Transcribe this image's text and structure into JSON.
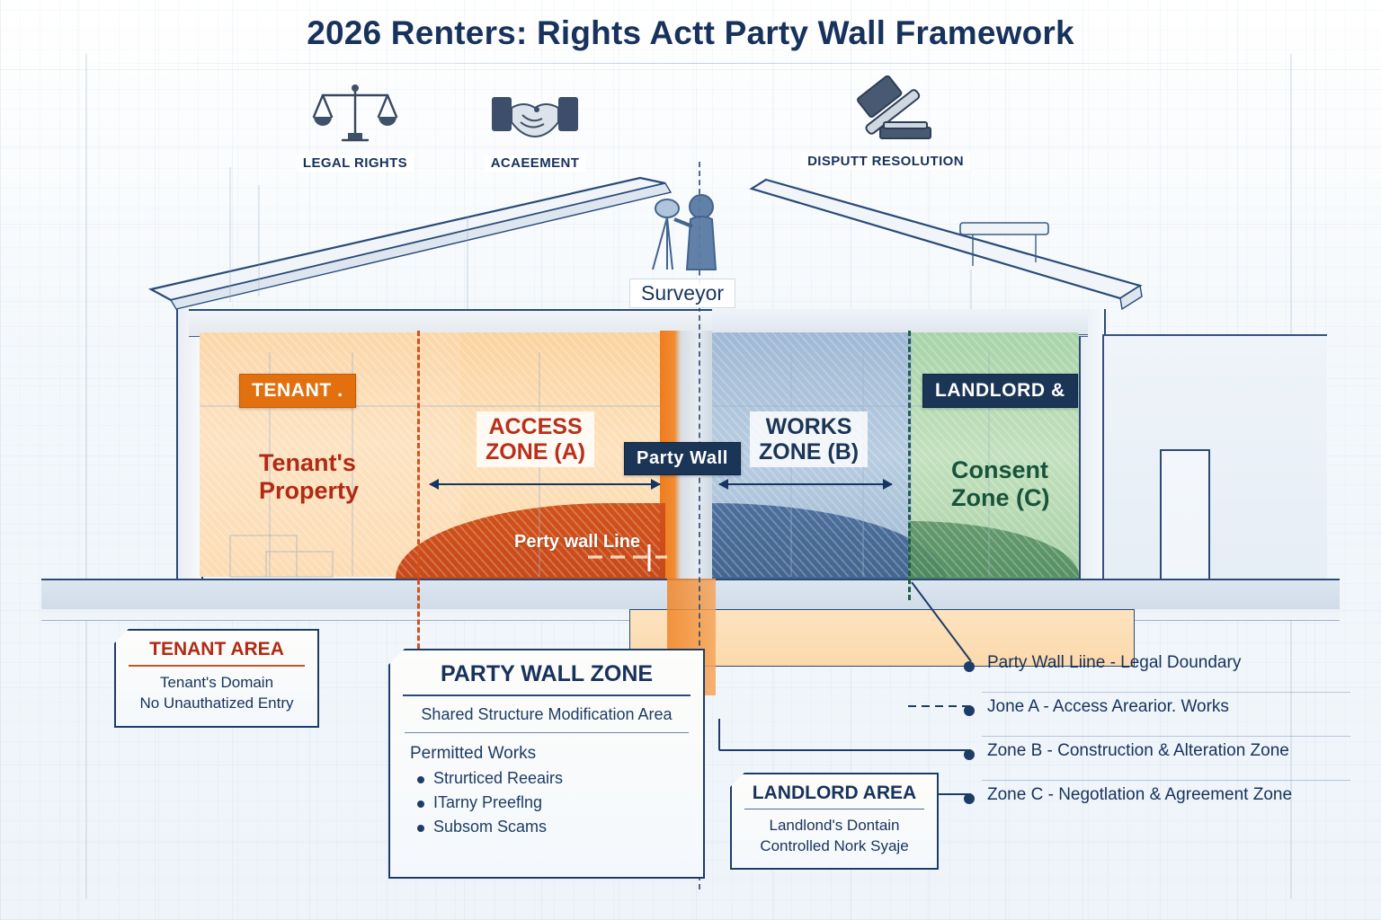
{
  "title": "2026 Renters: Rights Actt Party Wall Framework",
  "icons": [
    {
      "name": "scales-icon",
      "caption": "LEGAL RIGHTS"
    },
    {
      "name": "handshake-icon",
      "caption": "ACAEEMENT"
    },
    {
      "name": "gavel-icon",
      "caption": "DISPUTT RESOLUTION"
    }
  ],
  "diagram": {
    "surveyor_label": "Surveyor",
    "tenant_badge": "TENANT .",
    "party_wall_badge": "Party Wall",
    "landlord_badge": "LANDLORD &",
    "tenant_property": "Tenant's\nProperty",
    "tenant_property_l1": "Tenant's",
    "tenant_property_l2": "Property",
    "access_zone_l1": "ACCESS",
    "access_zone_l2": "ZONE (A)",
    "works_zone_l1": "WORKS",
    "works_zone_l2": "ZONE (B)",
    "consent_zone_l1": "Consent",
    "consent_zone_l2": "Zone (C)",
    "party_wall_line": "Perty wall Line"
  },
  "cards": {
    "tenant": {
      "heading": "TENANT AREA",
      "line1": "Tenant's Domain",
      "line2": "No Unauthatized Entry"
    },
    "party_wall": {
      "heading": "PARTY WALL ZONE",
      "subtitle": "Shared Structure Modification Area",
      "works_heading": "Permitted Works",
      "works": [
        "Strurticed Reeairs",
        "ITarny Preeflng",
        "Subsom Scams"
      ]
    },
    "landlord": {
      "heading": "LANDLORD AREA",
      "line1": "Landlond's Dontain",
      "line2": "Controlled Nork Syaje"
    }
  },
  "legend": [
    "Party Wall Liine - Legal Doundary",
    "Jone A - Access Arearior. Works",
    "Zone B - Construction & Alteration Zone",
    "Zone C - Negotlation & Agreement Zone"
  ],
  "colors": {
    "navy": "#17325c",
    "tenant_orange": "#e2700f",
    "tenant_red": "#b02a14",
    "works_blue": "#4b6f9c",
    "consent_green": "#17543a",
    "party_wall_line": "#c8491a"
  }
}
